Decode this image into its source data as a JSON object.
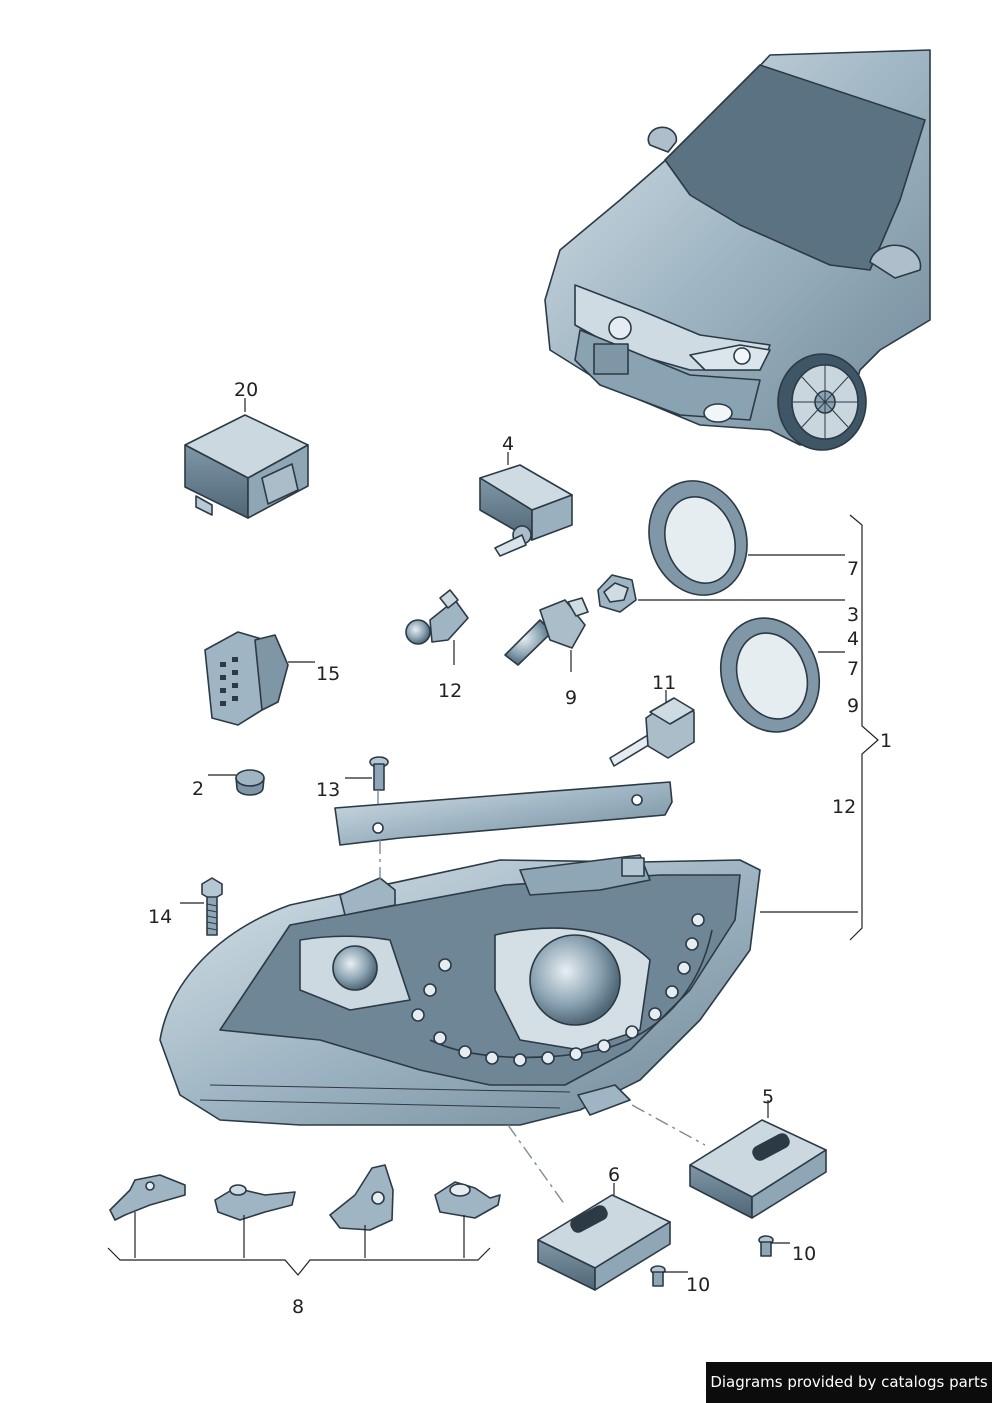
{
  "callouts": {
    "c1": "1",
    "c2": "2",
    "c3": "3",
    "c4a": "4",
    "c4b": "4",
    "c5": "5",
    "c6": "6",
    "c7a": "7",
    "c7b": "7",
    "c8": "8",
    "c9a": "9",
    "c9b": "9",
    "c10a": "10",
    "c10b": "10",
    "c11": "11",
    "c12a": "12",
    "c12b": "12",
    "c13": "13",
    "c14": "14",
    "c15": "15",
    "c20": "20"
  },
  "credit": "Diagrams provided by catalogs parts",
  "colors": {
    "body": "#8aa3b3",
    "body_light": "#cfdbe3",
    "glass": "#5d7584",
    "outline": "#2c3a45",
    "credit_bg": "#0c0c0c"
  }
}
